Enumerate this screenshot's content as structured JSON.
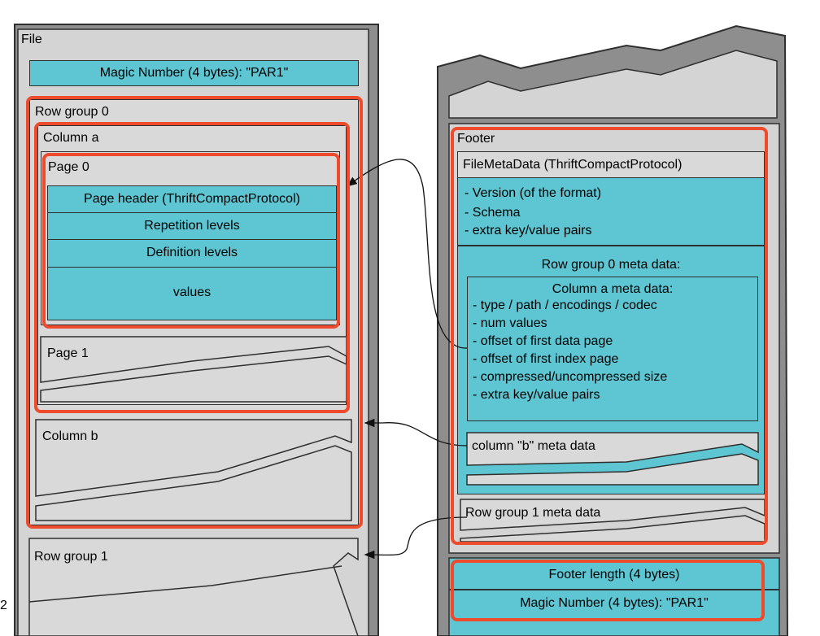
{
  "file": {
    "label": "File",
    "magic_header": "Magic Number (4 bytes): \"PAR1\"",
    "row_group_0": {
      "label": "Row group 0",
      "column_a": {
        "label": "Column a",
        "page_0": {
          "label": "Page 0",
          "sections": [
            "Page header (ThriftCompactProtocol)",
            "Repetition levels",
            "Definition levels",
            "values"
          ]
        },
        "page_1": "Page 1"
      },
      "column_b": "Column b"
    },
    "row_group_1": "Row group 1"
  },
  "footer_panel": {
    "footer_label": "Footer",
    "metadata_label": "FileMetaData (ThriftCompactProtocol)",
    "metadata_items": [
      "- Version (of the format)",
      "- Schema",
      "- extra key/value pairs"
    ],
    "row_group_0_meta": "Row group 0 meta data:",
    "column_a_meta": {
      "title": "Column a meta data:",
      "items": [
        "- type / path / encodings / codec",
        "- num values",
        "- offset of first data page",
        "- offset of first index page",
        "- compressed/uncompressed size",
        "- extra key/value pairs"
      ]
    },
    "column_b_meta": "column \"b\" meta data",
    "row_group_1_meta": "Row group 1 meta data",
    "footer_length": "Footer length (4 bytes)",
    "magic_footer": "Magic Number (4 bytes): \"PAR1\""
  },
  "slide_number": "2",
  "colors": {
    "cyan": "#5ec6d2",
    "gray": "#d9d9d9",
    "dark_gray": "#8e8e8e",
    "highlight": "#ee4a2c"
  }
}
